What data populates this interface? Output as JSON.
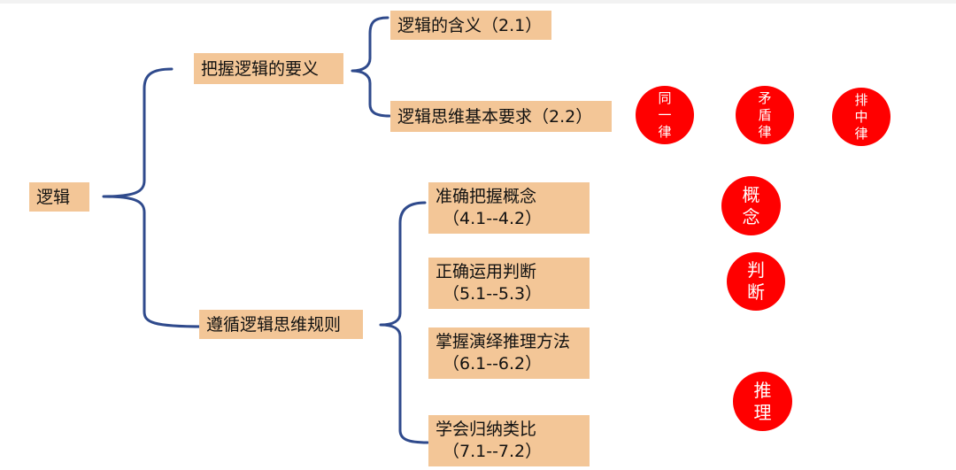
{
  "root": {
    "label": "逻辑"
  },
  "branch_top": {
    "label": "把握逻辑的要义",
    "children": [
      {
        "label": "逻辑的含义（2.1）"
      },
      {
        "label": "逻辑思维基本要求（2.2）"
      }
    ]
  },
  "branch_bottom": {
    "label": "遵循逻辑思维规则",
    "children": [
      {
        "label": "准确把握概念",
        "sub": "（4.1--4.2）"
      },
      {
        "label": "正确运用判断",
        "sub": "（5.1--5.3）"
      },
      {
        "label": "掌握演绎推理方法",
        "sub": "（6.1--6.2）"
      },
      {
        "label": "学会归纳类比",
        "sub": "（7.1--7.2）"
      }
    ]
  },
  "laws": [
    {
      "lines": [
        "同",
        "一",
        "律"
      ]
    },
    {
      "lines": [
        "矛",
        "盾",
        "律"
      ]
    },
    {
      "lines": [
        "排",
        "中",
        "律"
      ]
    }
  ],
  "tags": [
    {
      "lines": [
        "概",
        "念"
      ]
    },
    {
      "lines": [
        "判",
        "断"
      ]
    },
    {
      "lines": [
        "推",
        "理"
      ]
    }
  ],
  "colors": {
    "node_fill": "#f3c697",
    "brace_stroke": "#2f4a8c",
    "circle_fill": "#ff0000",
    "circle_text": "#ffffff"
  }
}
